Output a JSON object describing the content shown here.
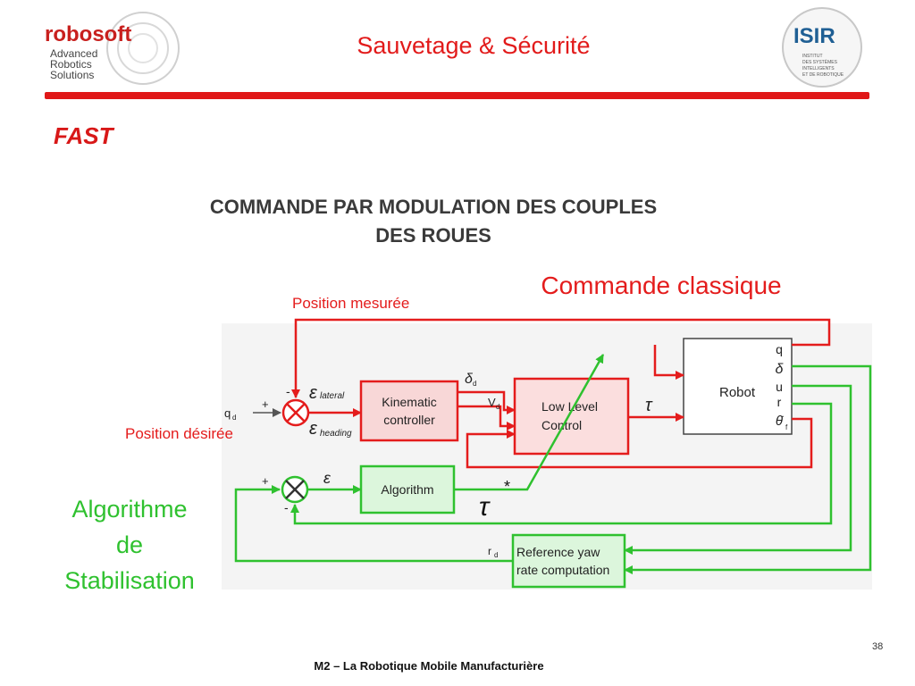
{
  "header": {
    "title": "Sauvetage & Sécurité",
    "logo_left": {
      "name": "robosoft",
      "tagline": [
        "Advanced",
        "Robotics",
        "Solutions"
      ]
    },
    "logo_right": {
      "name": "ISIR",
      "tagline": [
        "INSTITUT",
        "DES SYSTÈMES",
        "INTELLIGENTS",
        "ET DE ROBOTIQUE"
      ]
    }
  },
  "section_title": "FAST",
  "slide_subtitle": [
    "COMMANDE PAR MODULATION DES COUPLES",
    "DES ROUES"
  ],
  "annotations": {
    "commande_classique": "Commande classique",
    "position_mesuree": "Position mesurée",
    "position_desiree": "Position désirée",
    "algorithme_stabilisation": [
      "Algorithme",
      "de",
      "Stabilisation"
    ]
  },
  "diagram": {
    "blocks": {
      "kinematic": [
        "Kinematic",
        "controller"
      ],
      "low_level": [
        "Low Level",
        "Control"
      ],
      "robot": "Robot",
      "algorithm": "Algorithm",
      "reference": [
        "Reference yaw",
        "rate computation"
      ]
    },
    "signals": {
      "qd": "q",
      "qd_sub": "d",
      "eps_lateral": "ε",
      "eps_lateral_sub": "lateral",
      "eps_heading": "ε",
      "eps_heading_sub": "heading",
      "delta_d": "δ",
      "delta_d_sub": "d",
      "vd": "V",
      "vd_sub": "d",
      "tau": "τ",
      "eps": "ε",
      "tau_star": "τ",
      "star": "*",
      "rd": "r",
      "rd_sub": "d",
      "plus": "+",
      "minus": "-",
      "robot_outputs": [
        "q",
        "δ",
        "u",
        "r",
        "θ̇"
      ],
      "robot_outputs_sub": "f"
    },
    "colors": {
      "classic": "#e41c1c",
      "stabilization": "#2fc12f",
      "kinematic_fill": "#f8d7d7",
      "low_level_fill": "#fbdede",
      "algo_fill": "#dcf6dc",
      "robot_fill": "#ffffff",
      "junction": "#e41c1c"
    }
  },
  "footer": {
    "text": "M2 – La Robotique Mobile Manufacturière",
    "slide_number": "38"
  }
}
